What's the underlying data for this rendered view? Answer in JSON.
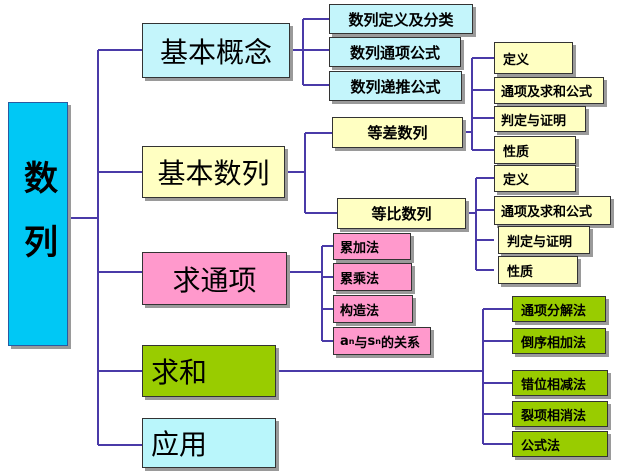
{
  "root": "数列",
  "categories": {
    "basic_concept": "基本概念",
    "basic_sequence": "基本数列",
    "general_term": "求通项",
    "summation": "求和",
    "application": "应用"
  },
  "concept_items": [
    "数列定义及分类",
    "数列通项公式",
    "数列递推公式"
  ],
  "sequences": {
    "arithmetic": {
      "label": "等差数列",
      "items": [
        "定义",
        "通项及求和公式",
        "判定与证明",
        "性质"
      ]
    },
    "geometric": {
      "label": "等比数列",
      "items": [
        "定义",
        "通项及求和公式",
        "判定与证明",
        "性质"
      ]
    }
  },
  "general_term_methods": [
    "累加法",
    "累乘法",
    "构造法"
  ],
  "an_sn_relation": {
    "a": "a",
    "a_sub": "n",
    "with": "与",
    "s": "s",
    "s_sub": "n",
    "rest": "的关系"
  },
  "summation_methods": [
    "通项分解法",
    "倒序相加法",
    "错位相减法",
    "裂项相消法",
    "公式法"
  ],
  "colors": {
    "line": "#4a3aa8",
    "root": "#00c8f5",
    "concept": "#c4f5fb",
    "sequence": "#ffffc2",
    "general_term": "#ff99cc",
    "summation": "#99cc00"
  }
}
